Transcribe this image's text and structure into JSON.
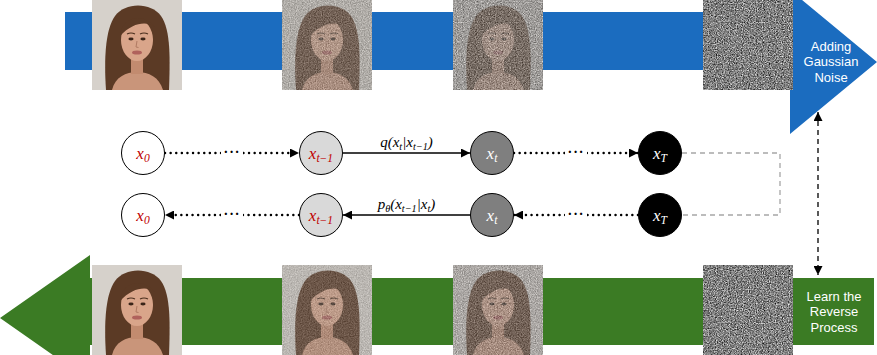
{
  "diagram": {
    "nodes": [
      {
        "text": [
          "Adding Gaussian Noise"
        ]
      },
      {
        "text": [
          "x0"
        ]
      },
      {
        "text": [
          "xt−1"
        ]
      },
      {
        "text": [
          "xt"
        ]
      },
      {
        "text": [
          "xT"
        ]
      },
      {
        "text": [
          "x0"
        ]
      },
      {
        "text": [
          "xt−1"
        ]
      },
      {
        "text": [
          "xt"
        ]
      },
      {
        "text": [
          "xT"
        ]
      },
      {
        "text": [
          "Learn the Reverse Process"
        ]
      }
    ],
    "edges": [
      {
        "from": 1,
        "to": 2,
        "arrow": "to",
        "label": "···"
      },
      {
        "from": 2,
        "to": 3,
        "arrow": "to",
        "label": "q(xt|xt−1)"
      },
      {
        "from": 3,
        "to": 4,
        "arrow": "to",
        "label": "···"
      },
      {
        "from": 4,
        "to": 8,
        "arrow": "none"
      },
      {
        "from": 8,
        "to": 7,
        "arrow": "to",
        "label": "···"
      },
      {
        "from": 7,
        "to": 6,
        "arrow": "to",
        "label": "pθ(xt−1|xt)"
      },
      {
        "from": 6,
        "to": 5,
        "arrow": "to",
        "label": "···"
      },
      {
        "from": 0,
        "to": 9,
        "arrow": "both"
      }
    ]
  }
}
